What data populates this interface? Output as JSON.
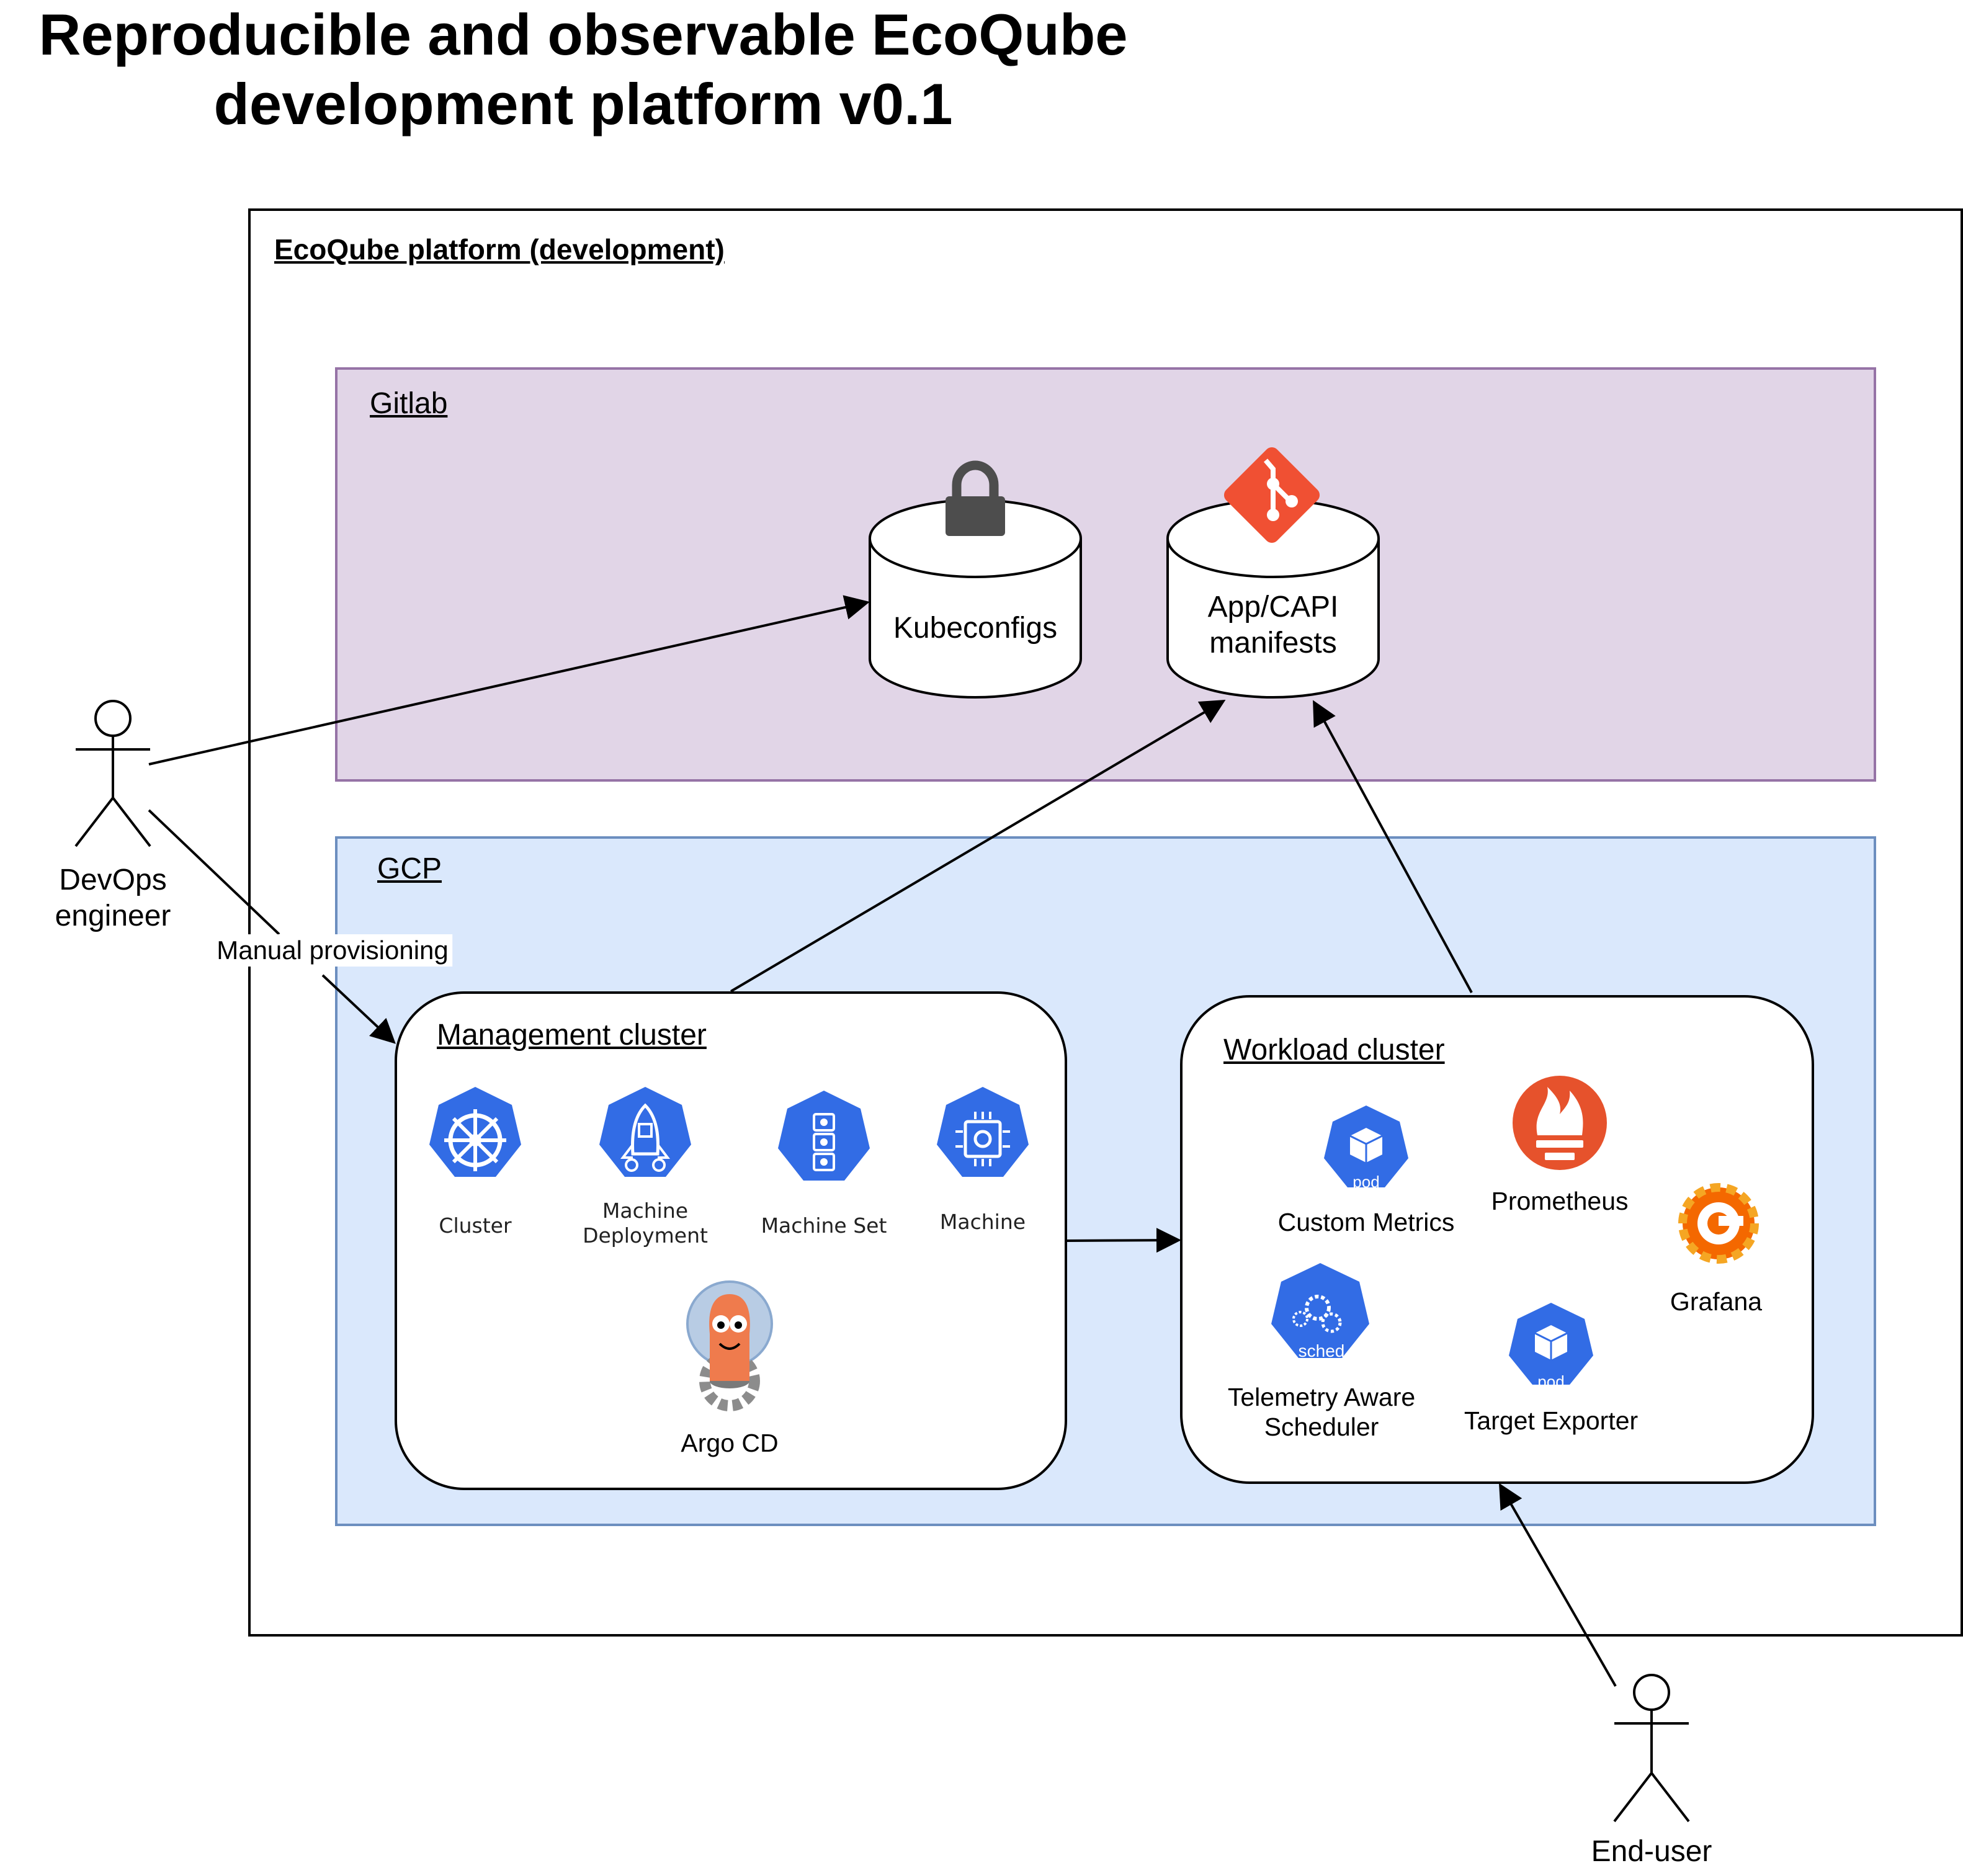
{
  "title": "Reproducible and observable EcoQube development platform v0.1",
  "platform": {
    "label": "EcoQube platform (development)"
  },
  "gitlab": {
    "label": "Gitlab",
    "kubeconfigs": "Kubeconfigs",
    "manifests_line1": "App/CAPI",
    "manifests_line2": "manifests"
  },
  "gcp": {
    "label": "GCP"
  },
  "management": {
    "label": "Management cluster",
    "icons": {
      "cluster": "Cluster",
      "md_line1": "Machine",
      "md_line2": "Deployment",
      "machine_set": "Machine Set",
      "machine": "Machine",
      "argo": "Argo CD"
    }
  },
  "workload": {
    "label": "Workload cluster",
    "icons": {
      "custom_metrics": "Custom Metrics",
      "prometheus": "Prometheus",
      "grafana": "Grafana",
      "tas_line1": "Telemetry Aware",
      "tas_line2": "Scheduler",
      "target_exporter": "Target Exporter",
      "pod": "pod",
      "sched": "sched"
    }
  },
  "actors": {
    "devops_line1": "DevOps",
    "devops_line2": "engineer",
    "enduser": "End-user"
  },
  "edges": {
    "manual_provisioning": "Manual provisioning"
  },
  "colors": {
    "gitlab_fill": "#e1d5e7",
    "gitlab_stroke": "#9673a6",
    "gcp_fill": "#dae8fc",
    "gcp_stroke": "#6c8ebf",
    "k8s_blue": "#326ce5",
    "git_orange": "#f05033",
    "prometheus": "#e6522c",
    "grafana": "#f46800"
  }
}
